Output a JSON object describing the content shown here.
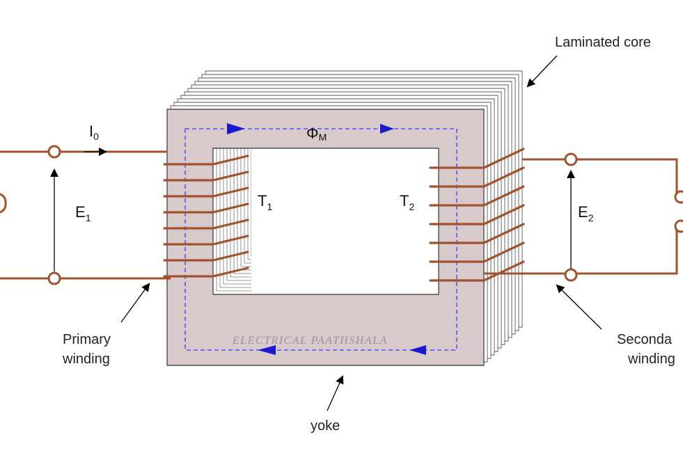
{
  "labels": {
    "laminated_core": "Laminated core",
    "primary_line1": "Primary",
    "primary_line2": "winding",
    "secondary_line1": "Seconda",
    "secondary_line2": "winding",
    "yoke": "yoke",
    "watermark": "ELECTRICAL PAATHSHALA"
  },
  "symbols": {
    "current": "I",
    "current_sub": "0",
    "flux": "Φ",
    "flux_sub": "M",
    "emf1": "E",
    "emf1_sub": "1",
    "emf2": "E",
    "emf2_sub": "2",
    "turns1": "T",
    "turns1_sub": "1",
    "turns2": "T",
    "turns2_sub": "2"
  },
  "colors": {
    "core_face": "#d8cacb",
    "laminations": "#ffffff",
    "wire": "#a0522d",
    "flux_path": "#3a3aff",
    "flux_arrow": "#1a1acc"
  }
}
